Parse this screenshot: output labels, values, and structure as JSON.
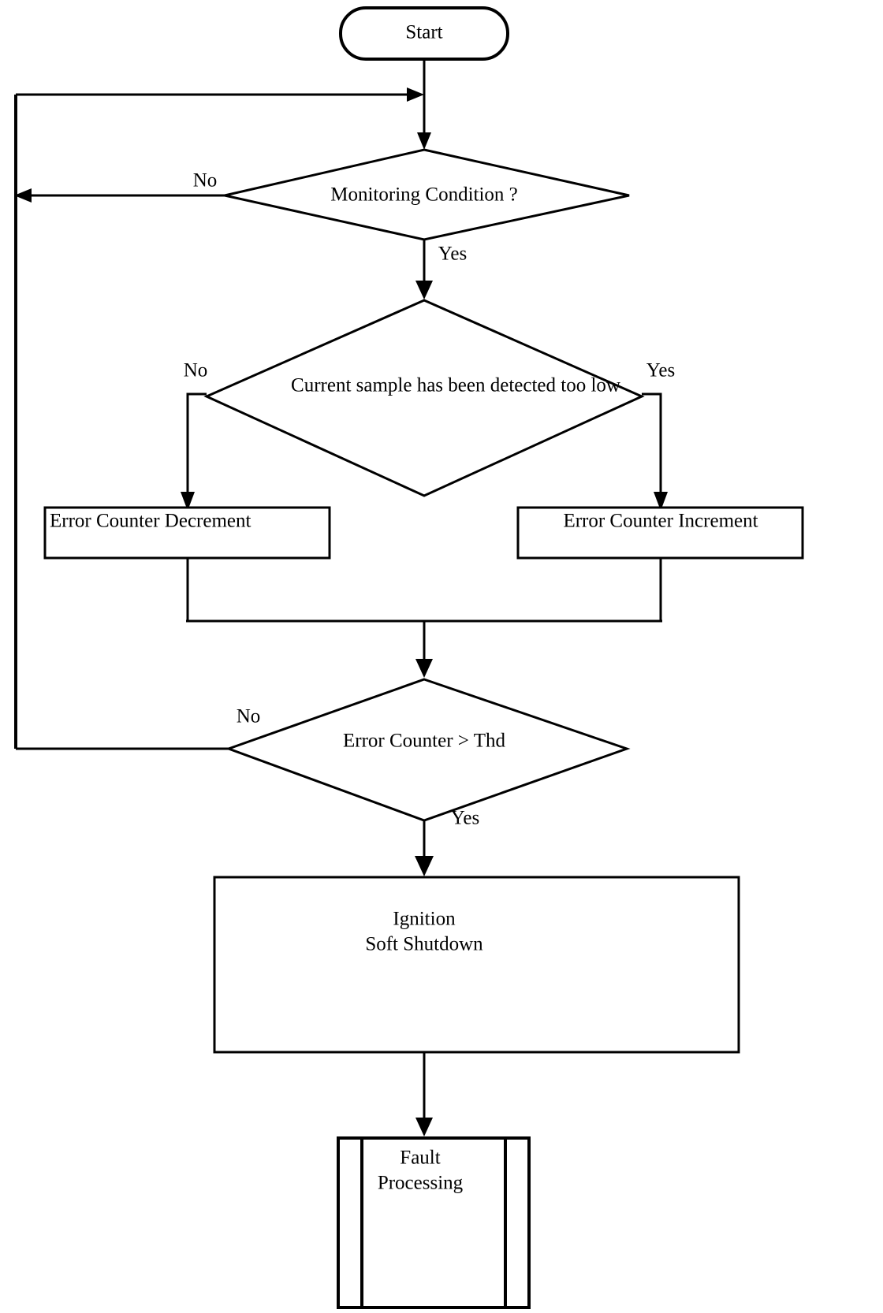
{
  "diagram": {
    "title": "Monitoring and Fault Processing Flowchart",
    "type": "flowchart",
    "background_color": "#ffffff",
    "line_color": "#000000",
    "text_color": "#000000",
    "nodes": [
      {
        "id": "start",
        "shape": "terminator",
        "label": "Start"
      },
      {
        "id": "monitoring_condition",
        "shape": "decision",
        "label": "Monitoring Condition ?"
      },
      {
        "id": "sample_too_low",
        "shape": "decision",
        "label": "Current sample has been detected too low"
      },
      {
        "id": "error_counter_decrement",
        "shape": "process",
        "label": "Error Counter Decrement"
      },
      {
        "id": "error_counter_increment",
        "shape": "process",
        "label": "Error Counter Increment"
      },
      {
        "id": "error_counter_gt_thd",
        "shape": "decision",
        "label": "Error Counter >  Thd"
      },
      {
        "id": "ignition_soft_shutdown",
        "shape": "process",
        "label_line1": "Ignition",
        "label_line2": "Soft Shutdown"
      },
      {
        "id": "fault_processing",
        "shape": "predefined-process",
        "label_line1": "Fault",
        "label_line2": "Processing"
      }
    ],
    "edge_labels": {
      "monitoring_no": "No",
      "monitoring_yes": "Yes",
      "sample_no": "No",
      "sample_yes": "Yes",
      "thd_no": "No",
      "thd_yes": "Yes"
    }
  }
}
